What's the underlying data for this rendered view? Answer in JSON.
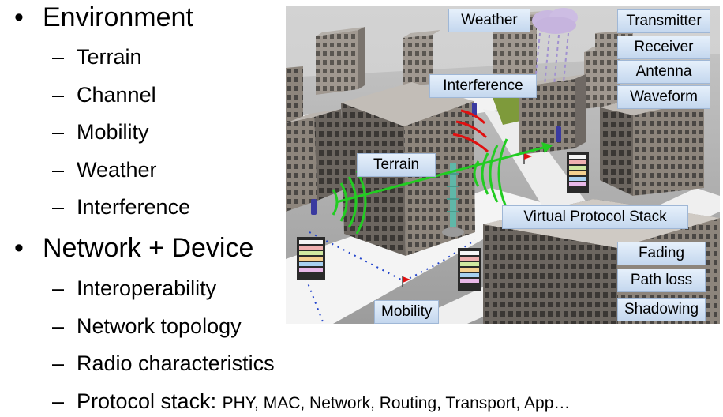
{
  "bullets": {
    "environment": {
      "title": "Environment",
      "items": [
        "Terrain",
        "Channel",
        "Mobility",
        "Weather",
        "Interference"
      ]
    },
    "network_device": {
      "title": "Network + Device",
      "items": [
        "Interoperability",
        "Network topology",
        "Radio characteristics"
      ],
      "protocol_prefix": "Protocol stack: ",
      "protocol_list": "PHY, MAC, Network, Routing, Transport, App…"
    }
  },
  "scene_labels": {
    "weather": "Weather",
    "interference": "Interference",
    "terrain": "Terrain",
    "mobility": "Mobility",
    "virtual_protocol_stack": "Virtual Protocol Stack",
    "transmitter": "Transmitter",
    "receiver": "Receiver",
    "antenna": "Antenna",
    "waveform": "Waveform",
    "fading": "Fading",
    "path_loss": "Path loss",
    "shadowing": "Shadowing"
  },
  "colors": {
    "signal_green": "#22cc22",
    "interference_red": "#e01010",
    "label_blue": "#c4d7ee",
    "mobility_path": "#2244cc"
  }
}
